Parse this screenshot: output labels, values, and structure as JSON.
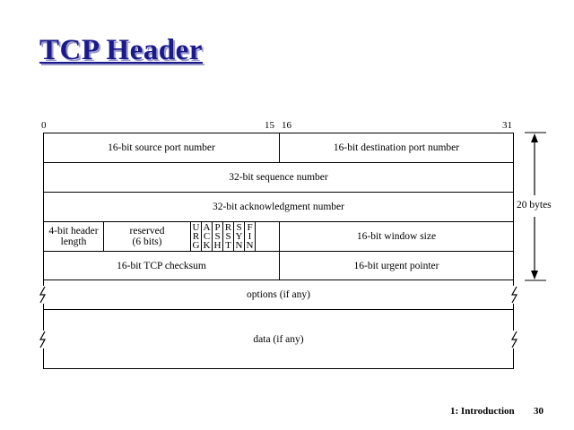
{
  "title": "TCP Header",
  "bit_numbers": {
    "b0": "0",
    "b15": "15",
    "b16": "16",
    "b31": "31"
  },
  "rows": {
    "source_port": "16-bit source port number",
    "dest_port": "16-bit destination port number",
    "sequence": "32-bit sequence number",
    "ack": "32-bit acknowledgment number",
    "hlen_line1": "4-bit header",
    "hlen_line2": "length",
    "reserved_line1": "reserved",
    "reserved_line2": "(6 bits)",
    "window": "16-bit window size",
    "checksum": "16-bit TCP checksum",
    "urgent": "16-bit urgent pointer",
    "options": "options (if any)",
    "data": "data (if any)"
  },
  "flags": [
    {
      "name": "URG",
      "letters": [
        "U",
        "R",
        "G"
      ]
    },
    {
      "name": "ACK",
      "letters": [
        "A",
        "C",
        "K"
      ]
    },
    {
      "name": "PSH",
      "letters": [
        "P",
        "S",
        "H"
      ]
    },
    {
      "name": "RST",
      "letters": [
        "R",
        "S",
        "T"
      ]
    },
    {
      "name": "SYN",
      "letters": [
        "S",
        "Y",
        "N"
      ]
    },
    {
      "name": "FIN",
      "letters": [
        "F",
        "I",
        "N"
      ]
    }
  ],
  "header_size": "20 bytes",
  "footer": {
    "section": "1: Introduction",
    "page": "30"
  },
  "colors": {
    "title": "#1a1a8c",
    "title_shadow": "#9a9ac8"
  }
}
